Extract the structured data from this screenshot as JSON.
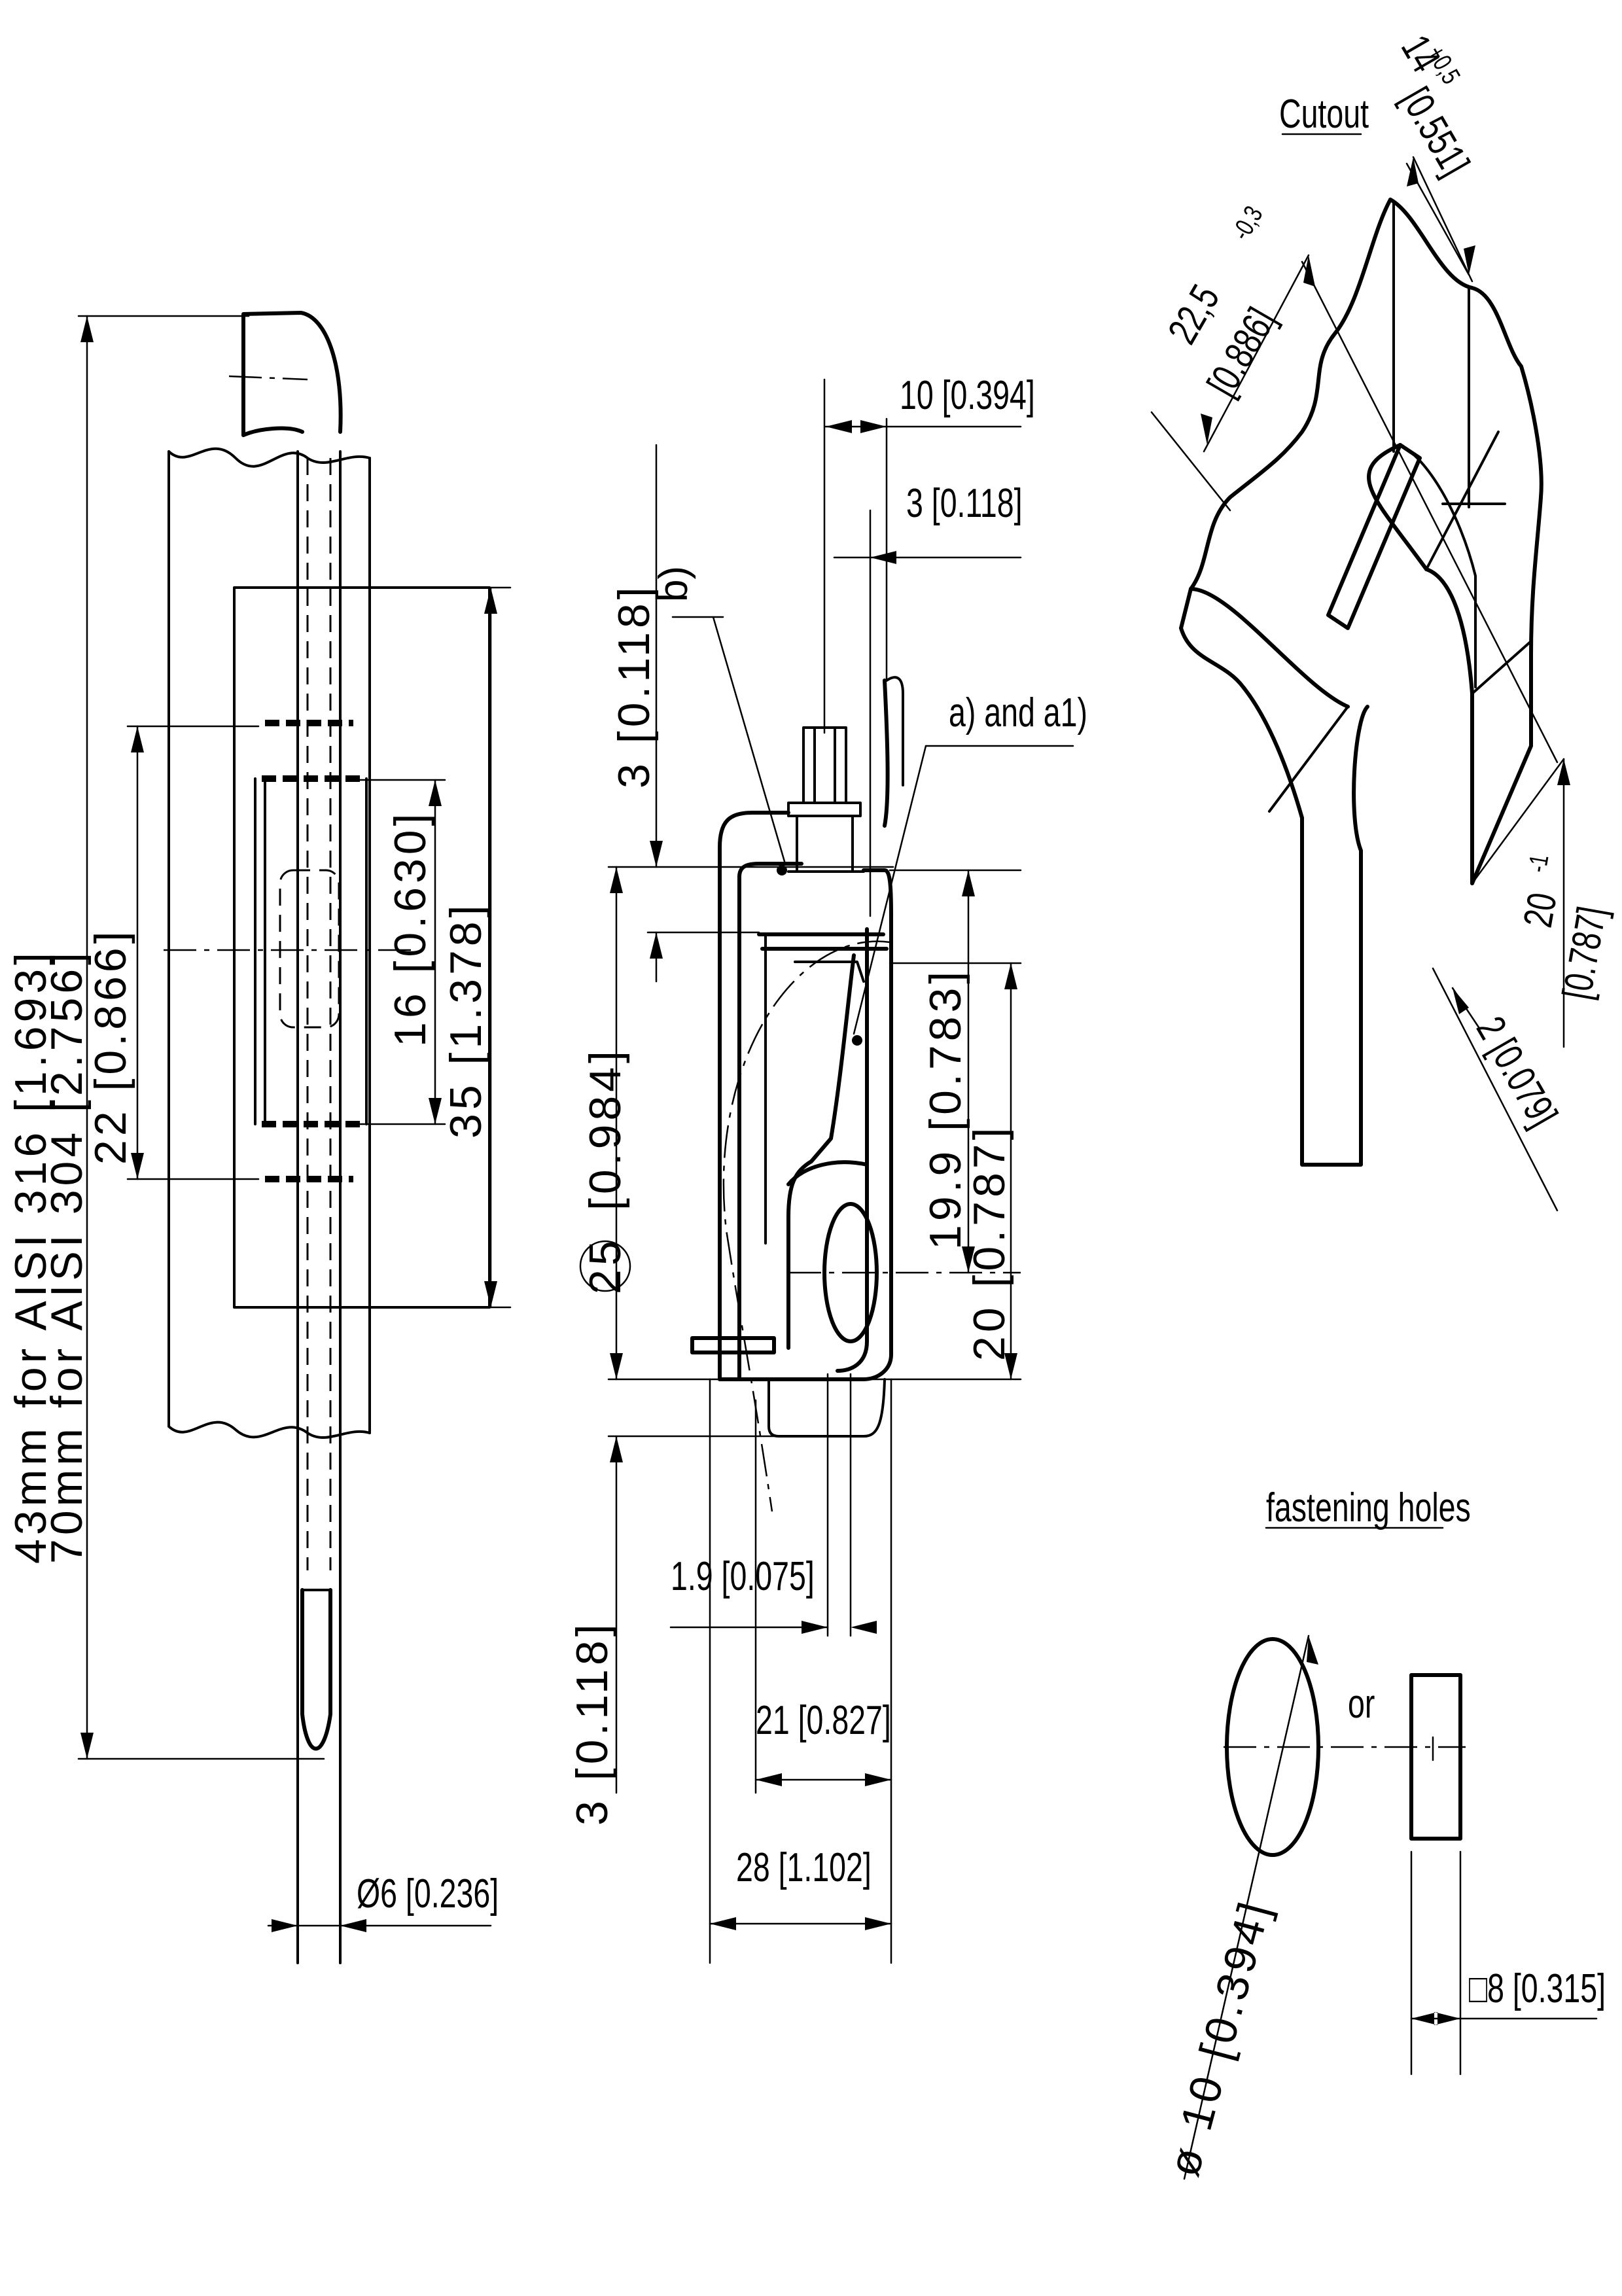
{
  "labels": {
    "length_43": "43mm for AISI 316 [1.693]",
    "length_70": "70mm for AISI 304 [2.756]",
    "dim_22": "22 [0.866]",
    "dim_16": "16 [0.630]",
    "dim_35": "35 [1.378]",
    "dim_d6": "Ø6 [0.236]",
    "dim_10_top": "10 [0.394]",
    "dim_3_top": "3 [0.118]",
    "dim_3_left_top": "3 [0.118]",
    "dim_25": "25",
    "dim_25_in": "[0.984]",
    "dim_3_left_bottom": "3 [0.118]",
    "dim_19_9": "19.9 [0.783]",
    "dim_20": "20 [0.787]",
    "dim_1_9": "1.9 [0.075]",
    "dim_21": "21 [0.827]",
    "dim_28": "28 [1.102]",
    "note_b": "b)",
    "note_a": "a) and a1)",
    "cutout_title": "Cutout",
    "cut_14": "14",
    "cut_14_tol": "+0,5",
    "cut_14_in": "[0.551]",
    "cut_22_5": "22,5",
    "cut_22_5_tol": "-0,3",
    "cut_22_5_in": "[0.886]",
    "cut_20": "20",
    "cut_20_tol": "-1",
    "cut_20_in": "[0.787]",
    "cut_2": "2 [0.079]",
    "holes_title": "fastening holes",
    "hole_or": "or",
    "hole_d10": "ø 10 [0.394]",
    "hole_sq8": "□8 [0.315]"
  }
}
